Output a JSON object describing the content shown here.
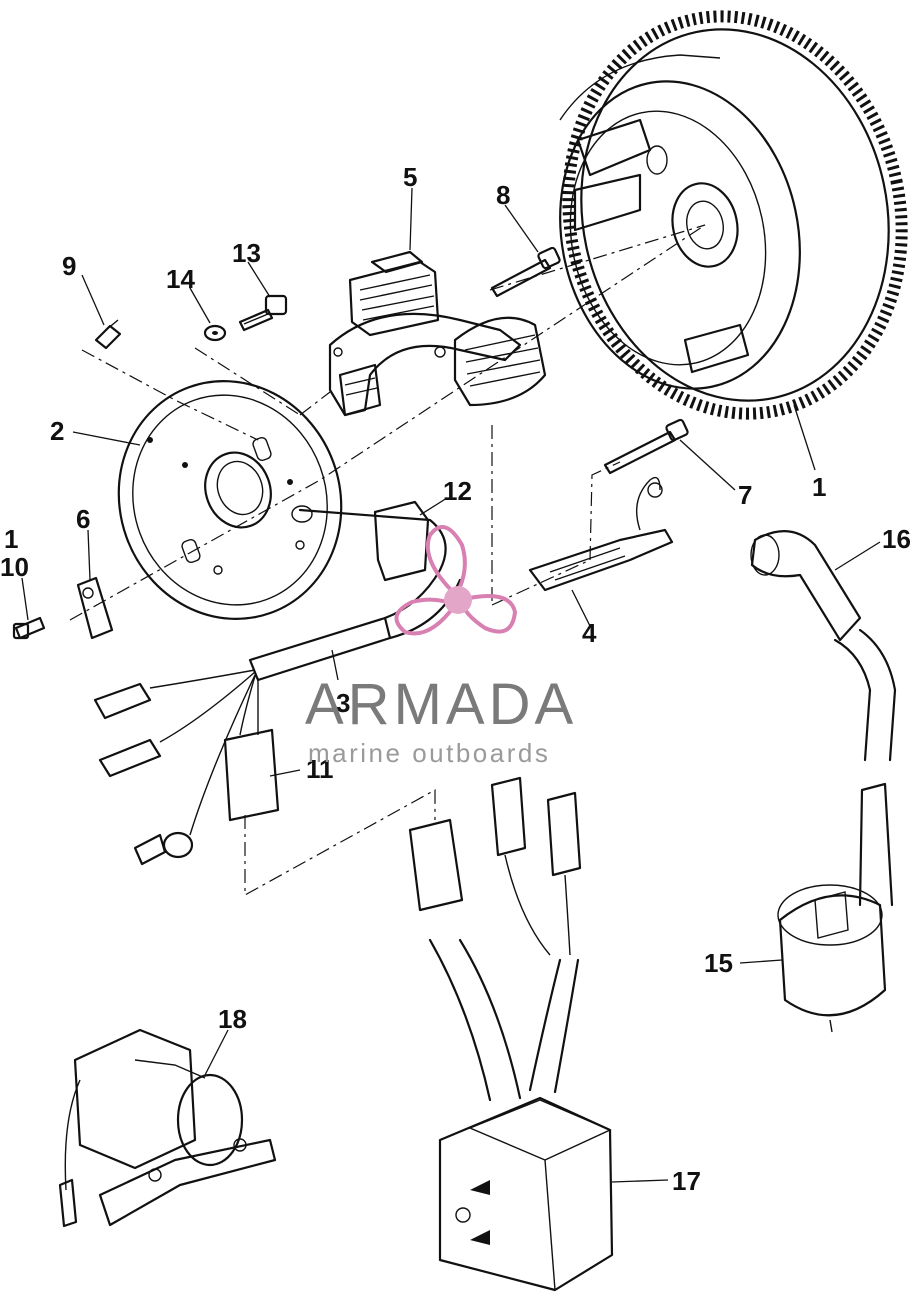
{
  "diagram": {
    "labels": [
      {
        "id": "label-1-flywheel",
        "text": "1"
      },
      {
        "id": "label-2",
        "text": "2"
      },
      {
        "id": "label-3",
        "text": "3"
      },
      {
        "id": "label-4",
        "text": "4"
      },
      {
        "id": "label-5",
        "text": "5"
      },
      {
        "id": "label-6",
        "text": "6"
      },
      {
        "id": "label-7",
        "text": "7"
      },
      {
        "id": "label-8",
        "text": "8"
      },
      {
        "id": "label-9",
        "text": "9"
      },
      {
        "id": "label-1-small",
        "text": "1"
      },
      {
        "id": "label-10",
        "text": "10"
      },
      {
        "id": "label-11",
        "text": "11"
      },
      {
        "id": "label-12",
        "text": "12"
      },
      {
        "id": "label-13",
        "text": "13"
      },
      {
        "id": "label-14",
        "text": "14"
      },
      {
        "id": "label-15",
        "text": "15"
      },
      {
        "id": "label-16",
        "text": "16"
      },
      {
        "id": "label-17",
        "text": "17"
      },
      {
        "id": "label-18",
        "text": "18"
      }
    ]
  },
  "watermark": {
    "title": "ARMADA",
    "subtitle": "marine outboards",
    "logo_color": "#e4a6c8",
    "logo_accent": "#d880b2",
    "text_color": "#7a7a7a"
  }
}
